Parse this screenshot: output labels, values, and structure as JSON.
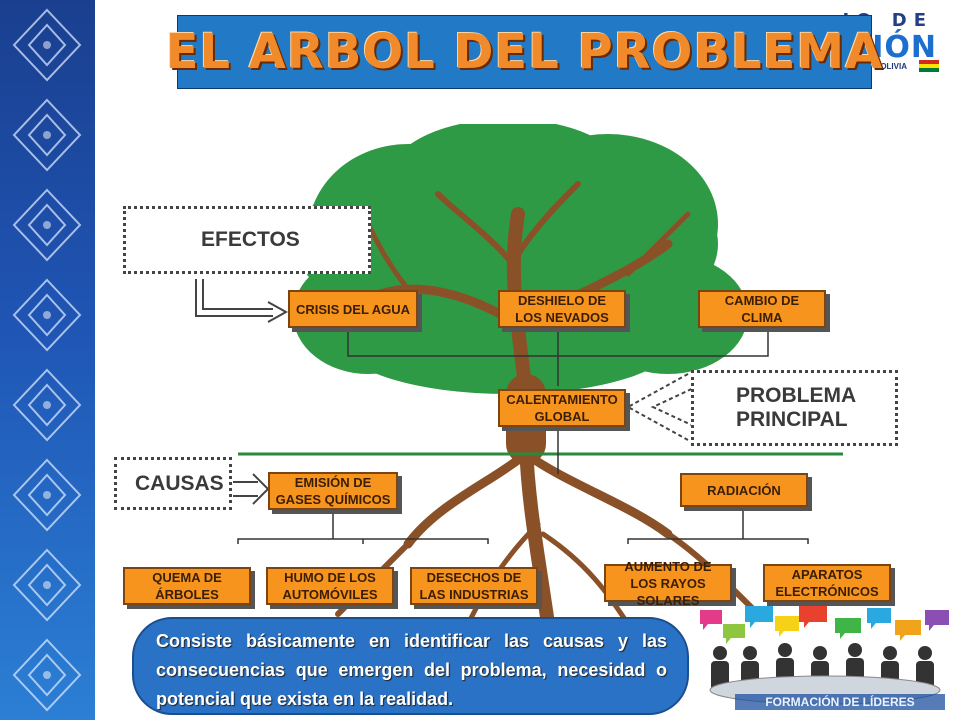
{
  "header": {
    "title": "EL ARBOL DEL PROBLEMA"
  },
  "logo": {
    "top_text": "IO DE",
    "main_text": "CIÓN",
    "sub_text": "E BOLIVIA",
    "flag_colors": [
      "#d52b1e",
      "#f9e300",
      "#007934"
    ]
  },
  "diagram": {
    "label_effects": "EFECTOS",
    "label_problem": "PROBLEMA PRINCIPAL",
    "label_causes": "CAUSAS",
    "effects": [
      "CRISIS DEL AGUA",
      "DESHIELO DE LOS NEVADOS",
      "CAMBIO DE CLIMA"
    ],
    "main_problem": "CALENTAMIENTO GLOBAL",
    "causes": [
      "EMISIÓN DE GASES QUÍMICOS",
      "RADIACIÓN"
    ],
    "sub_causes_left": [
      "QUEMA DE ÁRBOLES",
      "HUMO DE LOS AUTOMÓVILES",
      "DESECHOS DE LAS INDUSTRIAS"
    ],
    "sub_causes_right": [
      "AUMENTO DE LOS RAYOS SOLARES",
      "APARATOS ELECTRÓNICOS"
    ]
  },
  "caption": {
    "text": "Consiste básicamente en identificar las causas y las consecuencias que emergen del problema, necesidad o potencial que exista en la realidad."
  },
  "footer": {
    "label": "FORMACIÓN DE LÍDERES"
  },
  "colors": {
    "box_fill": "#f7941d",
    "title_bg": "#2279c6",
    "title_text": "#f08a2a",
    "foliage": "#2f9a45",
    "trunk": "#8a5128",
    "caption_bg": "#2a72c6"
  }
}
